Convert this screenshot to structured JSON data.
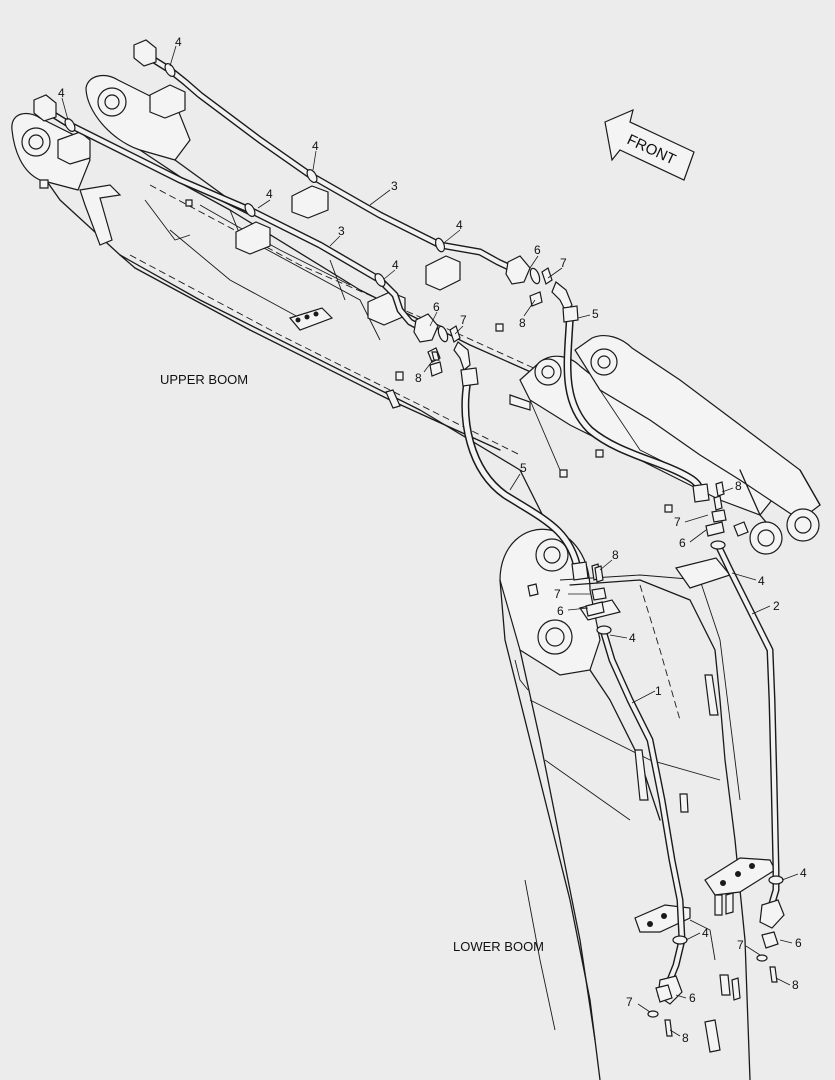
{
  "labels": {
    "front": "FRONT",
    "upper_boom": "UPPER BOOM",
    "lower_boom": "LOWER BOOM"
  },
  "callouts": [
    {
      "id": "c1",
      "text": "4"
    },
    {
      "id": "c2",
      "text": "4"
    },
    {
      "id": "c3",
      "text": "4"
    },
    {
      "id": "c4",
      "text": "4"
    },
    {
      "id": "c5",
      "text": "3"
    },
    {
      "id": "c6",
      "text": "3"
    },
    {
      "id": "c7",
      "text": "4"
    },
    {
      "id": "c8",
      "text": "4"
    },
    {
      "id": "c9",
      "text": "6"
    },
    {
      "id": "c10",
      "text": "7"
    },
    {
      "id": "c11",
      "text": "8"
    },
    {
      "id": "c12",
      "text": "5"
    },
    {
      "id": "c13",
      "text": "6"
    },
    {
      "id": "c14",
      "text": "7"
    },
    {
      "id": "c15",
      "text": "8"
    },
    {
      "id": "c16",
      "text": "5"
    },
    {
      "id": "c17",
      "text": "8"
    },
    {
      "id": "c18",
      "text": "7"
    },
    {
      "id": "c19",
      "text": "6"
    },
    {
      "id": "c20",
      "text": "4"
    },
    {
      "id": "c21",
      "text": "8"
    },
    {
      "id": "c22",
      "text": "7"
    },
    {
      "id": "c23",
      "text": "6"
    },
    {
      "id": "c24",
      "text": "4"
    },
    {
      "id": "c25",
      "text": "2"
    },
    {
      "id": "c26",
      "text": "1"
    },
    {
      "id": "c27",
      "text": "4"
    },
    {
      "id": "c28",
      "text": "4"
    },
    {
      "id": "c29",
      "text": "6"
    },
    {
      "id": "c30",
      "text": "7"
    },
    {
      "id": "c31",
      "text": "8"
    },
    {
      "id": "c32",
      "text": "6"
    },
    {
      "id": "c33",
      "text": "7"
    },
    {
      "id": "c34",
      "text": "8"
    }
  ]
}
